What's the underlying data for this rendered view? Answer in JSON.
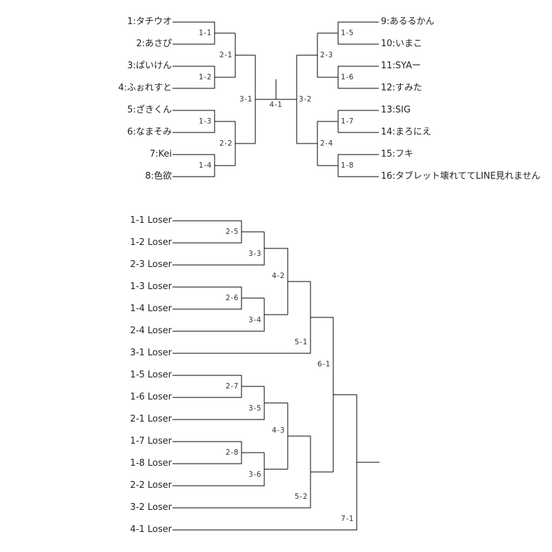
{
  "winners_bracket": {
    "left_entrants": [
      "1:タチウオ",
      "2:あさぴ",
      "3:ぱいけん",
      "4:ふぉれすと",
      "5:ざきくん",
      "6:なまそみ",
      "7:Kei",
      "8:色欲"
    ],
    "right_entrants": [
      "9:あるるかん",
      "10:いまこ",
      "11:SYAー",
      "12:すみた",
      "13:SIG",
      "14:まろにえ",
      "15:フキ",
      "16:タブレット壊れててLINE見れません"
    ],
    "matches": {
      "round1": [
        "1-1",
        "1-2",
        "1-3",
        "1-4",
        "1-5",
        "1-6",
        "1-7",
        "1-8"
      ],
      "round2": [
        "2-1",
        "2-2",
        "2-3",
        "2-4"
      ],
      "semifinal": [
        "3-1",
        "3-2"
      ],
      "final": "4-1"
    }
  },
  "losers_bracket": {
    "entrants": [
      "1-1 Loser",
      "1-2 Loser",
      "2-3 Loser",
      "1-3 Loser",
      "1-4 Loser",
      "2-4 Loser",
      "3-1 Loser",
      "1-5 Loser",
      "1-6 Loser",
      "2-1 Loser",
      "1-7 Loser",
      "1-8 Loser",
      "2-2 Loser",
      "3-2 Loser",
      "4-1 Loser"
    ],
    "matches": {
      "m2_5": "2-5",
      "m3_3": "3-3",
      "m4_2": "4-2",
      "m2_6": "2-6",
      "m3_4": "3-4",
      "m5_1": "5-1",
      "m6_1": "6-1",
      "m2_7": "2-7",
      "m3_5": "3-5",
      "m4_3": "4-3",
      "m2_8": "2-8",
      "m3_6": "3-6",
      "m5_2": "5-2",
      "m7_1": "7-1"
    }
  }
}
